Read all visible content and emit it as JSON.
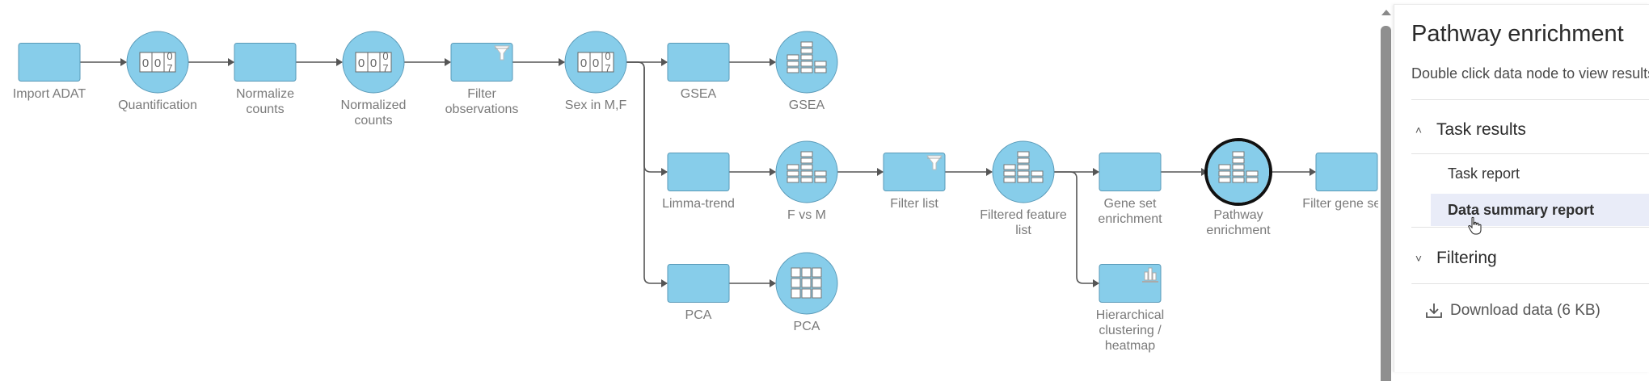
{
  "canvas": {
    "colors": {
      "node_fill": "#87cdea",
      "node_stroke": "#5a9ab8",
      "edge": "#555555",
      "selected_ring": "#111111",
      "label": "#7a7a7a"
    },
    "nodes": [
      {
        "id": "import-adat",
        "type": "task",
        "label": "Import ADAT",
        "row": 1,
        "icon": "none"
      },
      {
        "id": "quantification",
        "type": "data",
        "label": "Quantification",
        "row": 1,
        "icon": "counter-icon"
      },
      {
        "id": "normalize-counts",
        "type": "task",
        "label": "Normalize\ncounts",
        "row": 1,
        "icon": "none"
      },
      {
        "id": "normalized-counts",
        "type": "data",
        "label": "Normalized\ncounts",
        "row": 1,
        "icon": "counter-icon"
      },
      {
        "id": "filter-observations",
        "type": "task",
        "label": "Filter\nobservations",
        "row": 1,
        "icon": "funnel-icon"
      },
      {
        "id": "sex-in-mf",
        "type": "data",
        "label": "Sex in M,F",
        "row": 1,
        "icon": "counter-icon"
      },
      {
        "id": "gsea-task",
        "type": "task",
        "label": "GSEA",
        "row": 1,
        "icon": "none"
      },
      {
        "id": "gsea-data",
        "type": "data",
        "label": "GSEA",
        "row": 1,
        "icon": "stacked-bars-icon"
      },
      {
        "id": "limma-trend",
        "type": "task",
        "label": "Limma-trend",
        "row": 2,
        "icon": "none"
      },
      {
        "id": "f-vs-m",
        "type": "data",
        "label": "F vs M",
        "row": 2,
        "icon": "stacked-bars-icon"
      },
      {
        "id": "filter-list",
        "type": "task",
        "label": "Filter list",
        "row": 2,
        "icon": "funnel-icon"
      },
      {
        "id": "filtered-feature-list",
        "type": "data",
        "label": "Filtered feature\nlist",
        "row": 2,
        "icon": "stacked-bars-icon"
      },
      {
        "id": "gene-set-enrichment",
        "type": "task",
        "label": "Gene set\nenrichment",
        "row": 2,
        "icon": "none"
      },
      {
        "id": "pathway-enrichment",
        "type": "data",
        "label": "Pathway\nenrichment",
        "row": 2,
        "icon": "stacked-bars-icon",
        "selected": true
      },
      {
        "id": "filter-gene-sets",
        "type": "task",
        "label": "Filter gene sets",
        "row": 2,
        "icon": "none"
      },
      {
        "id": "pca-task",
        "type": "task",
        "label": "PCA",
        "row": 3,
        "icon": "none"
      },
      {
        "id": "pca-data",
        "type": "data",
        "label": "PCA",
        "row": 3,
        "icon": "grid-icon"
      },
      {
        "id": "hierarchical-clustering",
        "type": "task",
        "label": "Hierarchical\nclustering /\nheatmap",
        "row": 3,
        "icon": "bar-chart-icon"
      }
    ],
    "edges": [
      [
        "import-adat",
        "quantification"
      ],
      [
        "quantification",
        "normalize-counts"
      ],
      [
        "normalize-counts",
        "normalized-counts"
      ],
      [
        "normalized-counts",
        "filter-observations"
      ],
      [
        "filter-observations",
        "sex-in-mf"
      ],
      [
        "sex-in-mf",
        "gsea-task"
      ],
      [
        "gsea-task",
        "gsea-data"
      ],
      [
        "sex-in-mf",
        "limma-trend"
      ],
      [
        "sex-in-mf",
        "pca-task"
      ],
      [
        "limma-trend",
        "f-vs-m"
      ],
      [
        "f-vs-m",
        "filter-list"
      ],
      [
        "filter-list",
        "filtered-feature-list"
      ],
      [
        "filtered-feature-list",
        "gene-set-enrichment"
      ],
      [
        "filtered-feature-list",
        "hierarchical-clustering"
      ],
      [
        "gene-set-enrichment",
        "pathway-enrichment"
      ],
      [
        "pathway-enrichment",
        "filter-gene-sets"
      ],
      [
        "pca-task",
        "pca-data"
      ]
    ]
  },
  "panel": {
    "title": "Pathway enrichment",
    "subtitle": "Double click data node to view results",
    "sections": {
      "task_results": {
        "label": "Task results",
        "expanded": true,
        "chevron": "chevron-up-icon",
        "items": [
          {
            "label": "Task report",
            "active": false
          },
          {
            "label": "Data summary report",
            "active": true
          }
        ]
      },
      "filtering": {
        "label": "Filtering",
        "expanded": false,
        "chevron": "chevron-down-icon"
      }
    },
    "download": {
      "label": "Download data (6 KB)",
      "icon": "download-icon"
    }
  }
}
